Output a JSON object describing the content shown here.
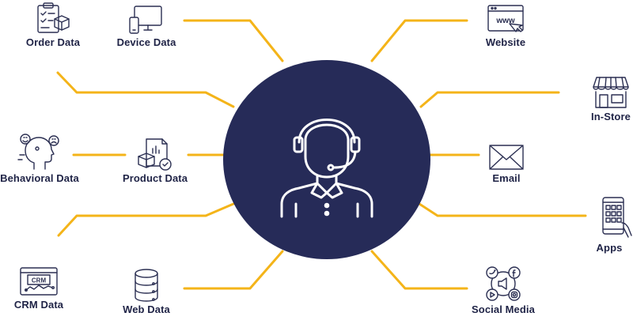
{
  "colors": {
    "hub_fill": "#262b58",
    "connector": "#f4b419",
    "icon_stroke": "#2b2f52",
    "label_text": "#1f2346",
    "hub_icon": "#ffffff"
  },
  "hub": {
    "icon": "customer-support-agent-icon"
  },
  "left_nodes": [
    {
      "label": "Order Data",
      "icon": "order-clipboard-icon"
    },
    {
      "label": "Device Data",
      "icon": "desktop-device-icon"
    },
    {
      "label": "Behavioral Data",
      "icon": "behavior-head-icon"
    },
    {
      "label": "Product Data",
      "icon": "product-report-icon"
    },
    {
      "label": "CRM Data",
      "icon": "crm-dashboard-icon"
    },
    {
      "label": "Web Data",
      "icon": "database-icon"
    }
  ],
  "right_nodes": [
    {
      "label": "Website",
      "icon": "www-browser-icon"
    },
    {
      "label": "In-Store",
      "icon": "storefront-icon"
    },
    {
      "label": "Email",
      "icon": "envelope-icon"
    },
    {
      "label": "Apps",
      "icon": "mobile-apps-icon"
    },
    {
      "label": "Social Media",
      "icon": "social-media-icon"
    }
  ]
}
